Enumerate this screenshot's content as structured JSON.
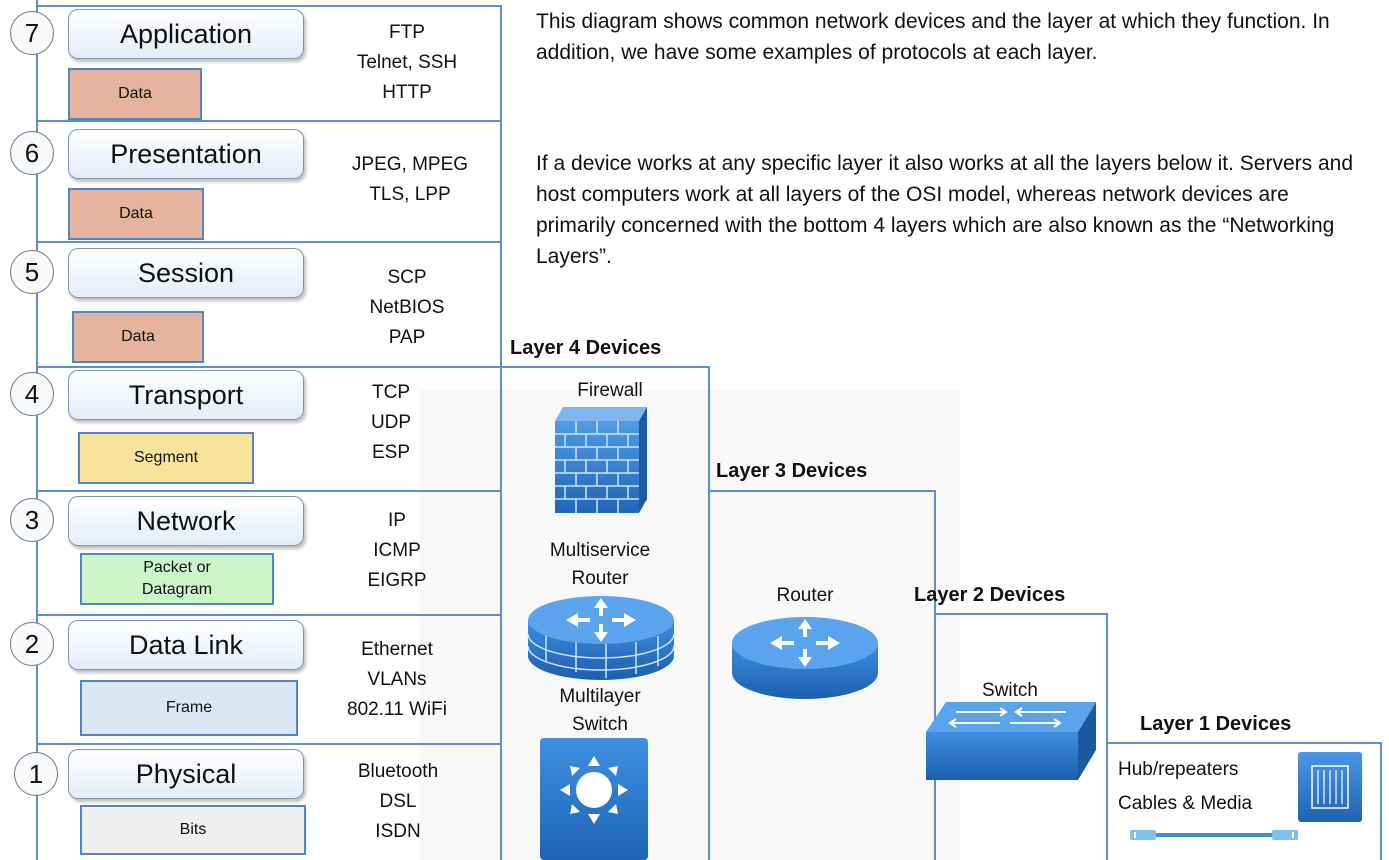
{
  "layers": [
    {
      "number": "7",
      "name": "Application",
      "pdu": "Data",
      "protocols": [
        "FTP",
        "Telnet, SSH",
        "HTTP"
      ],
      "pdu_color": "#e6b49e"
    },
    {
      "number": "6",
      "name": "Presentation",
      "pdu": "Data",
      "protocols": [
        "JPEG, MPEG",
        "TLS, LPP"
      ],
      "pdu_color": "#e6b49e"
    },
    {
      "number": "5",
      "name": "Session",
      "pdu": "Data",
      "protocols": [
        "SCP",
        "NetBIOS",
        "PAP"
      ],
      "pdu_color": "#e6b49e"
    },
    {
      "number": "4",
      "name": "Transport",
      "pdu": "Segment",
      "protocols": [
        "TCP",
        "UDP",
        "ESP"
      ],
      "pdu_color": "#f8e39a"
    },
    {
      "number": "3",
      "name": "Network",
      "pdu_line1": "Packet or",
      "pdu_line2": "Datagram",
      "protocols": [
        "IP",
        "ICMP",
        "EIGRP"
      ],
      "pdu_color": "#ccf5c8"
    },
    {
      "number": "2",
      "name": "Data Link",
      "pdu": "Frame",
      "protocols": [
        "Ethernet",
        "VLANs",
        "802.11 WiFi"
      ],
      "pdu_color": "#dce7f5"
    },
    {
      "number": "1",
      "name": "Physical",
      "pdu": "Bits",
      "protocols": [
        "Bluetooth",
        "DSL",
        "ISDN"
      ],
      "pdu_color": "#efefef"
    }
  ],
  "description": {
    "para1": "This diagram shows common network devices and the layer at which they function. In addition, we have some examples of protocols at each layer.",
    "para2": "If a device works at any specific layer it also works at all the layers below it. Servers and host computers work at all layers of the OSI model, whereas network devices are primarily concerned with the bottom 4 layers which are also known as the “Networking Layers”."
  },
  "devices": {
    "layer4": {
      "title": "Layer 4 Devices",
      "firewall": "Firewall",
      "multiservice_1": "Multiservice",
      "multiservice_2": "Router",
      "multilayer_1": "Multilayer",
      "multilayer_2": "Switch"
    },
    "layer3": {
      "title": "Layer 3 Devices",
      "router": "Router"
    },
    "layer2": {
      "title": "Layer 2 Devices",
      "switch": "Switch"
    },
    "layer1": {
      "title": "Layer 1 Devices",
      "hub": "Hub/repeaters",
      "cables": "Cables & Media"
    }
  },
  "colors": {
    "accent_line": "#5b8fd0",
    "device_blue": "#2f7fd0"
  }
}
